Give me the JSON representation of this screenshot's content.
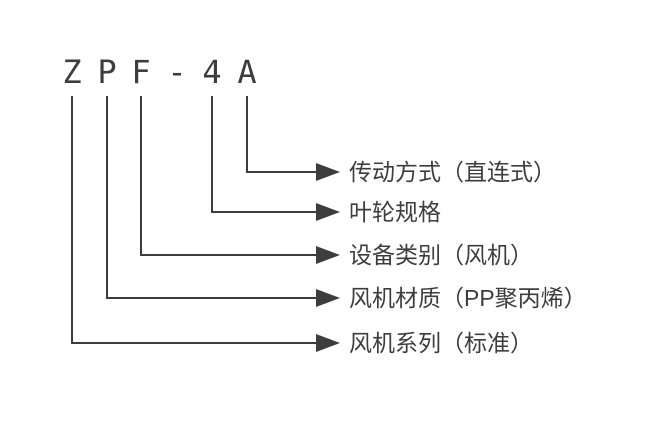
{
  "diagram": {
    "model_code": {
      "full": "ZPF-4A",
      "chars": [
        "Z",
        "P",
        "F",
        "-",
        "4",
        "A"
      ]
    },
    "connectors": [
      {
        "code_char": "A",
        "label": "传动方式（直连式）"
      },
      {
        "code_char": "4",
        "label": "叶轮规格"
      },
      {
        "code_char": "F",
        "label": "设备类别（风机）"
      },
      {
        "code_char": "P",
        "label": "风机材质（PP聚丙烯）"
      },
      {
        "code_char": "Z",
        "label": "风机系列（标准）"
      }
    ],
    "colors": {
      "line": "#3d3d3d",
      "text": "#3d3d3d",
      "background": "#ffffff"
    }
  }
}
